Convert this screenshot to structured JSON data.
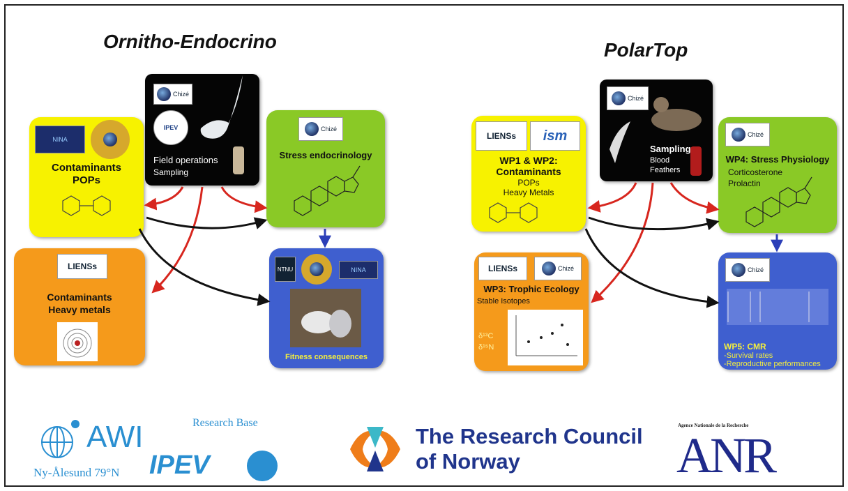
{
  "left": {
    "title": "Ornitho-Endocrino",
    "field": {
      "chize": "Chizé",
      "ipev": "IPEV",
      "line1": "Field operations",
      "line2": "Sampling"
    },
    "contaminants": {
      "nina": "NINA",
      "line1": "Contaminants",
      "line2": "POPs"
    },
    "stress": {
      "chize": "Chizé",
      "title": "Stress endocrinology"
    },
    "heavy": {
      "liens": "LIENSs",
      "line1": "Contaminants",
      "line2": "Heavy metals"
    },
    "fitness": {
      "ntnu": "NTNU",
      "nina": "NINA",
      "title": "Fitness consequences"
    }
  },
  "right": {
    "title": "PolarTop",
    "sampling": {
      "chize": "Chizé",
      "title": "Sampling",
      "line1": "Blood",
      "line2": "Feathers"
    },
    "wp12": {
      "liens": "LIENSs",
      "ism": "ism",
      "t1": "WP1 & WP2:",
      "t2": "Contaminants",
      "s1": "POPs",
      "s2": "Heavy Metals"
    },
    "wp4": {
      "chize": "Chizé",
      "title": "WP4: Stress Physiology",
      "s1": "Corticosterone",
      "s2": "Prolactin"
    },
    "wp3": {
      "liens": "LIENSs",
      "chize": "Chizé",
      "title": "WP3: Trophic Ecology",
      "sub": "Stable Isotopes",
      "iso1": "δ¹³C",
      "iso2": "δ¹⁵N"
    },
    "wp5": {
      "chize": "Chizé",
      "title": "WP5: CMR",
      "s1": "-Survival rates",
      "s2": "-Reproductive performances"
    }
  },
  "footer": {
    "awi": "AWI",
    "ny": "Ny-Ålesund 79°N",
    "rb": "Research Base",
    "ipev": "IPEV",
    "rcn1": "The Research Council",
    "rcn2": "of Norway",
    "anr_small": "Agence Nationale de la Recherche",
    "anr": "ANR"
  }
}
